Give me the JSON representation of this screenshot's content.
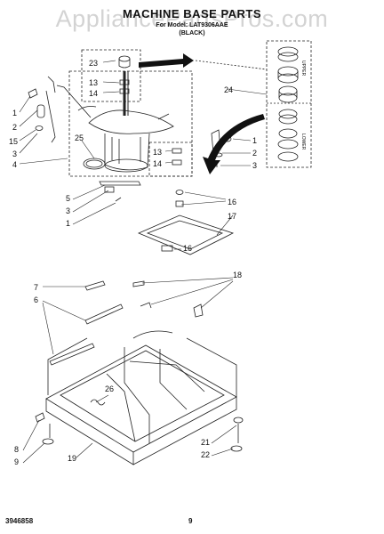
{
  "header": {
    "title": "MACHINE BASE PARTS",
    "subtitle_line1": "For Model: LAT9306AAE",
    "subtitle_line2": "(BLACK)"
  },
  "watermark": "AppliancePartsPros.com",
  "callouts": {
    "c_1a": "1",
    "c_2a": "2",
    "c_15": "15",
    "c_3a": "3",
    "c_4": "4",
    "c_23": "23",
    "c_13a": "13",
    "c_14a": "14",
    "c_24": "24",
    "c_25": "25",
    "c_13b": "13",
    "c_14b": "14",
    "c_1b": "1",
    "c_2b": "2",
    "c_3b": "3",
    "c_5": "5",
    "c_3c": "3",
    "c_1c": "1",
    "c_16a": "16",
    "c_17": "17",
    "c_16b": "16",
    "c_18": "18",
    "c_7": "7",
    "c_6": "6",
    "c_26": "26",
    "c_8": "8",
    "c_9": "9",
    "c_19": "19",
    "c_21": "21",
    "c_22": "22"
  },
  "side_labels": {
    "upper": "UPPER",
    "lower": "LOWER"
  },
  "footer": {
    "doc_number": "3946858",
    "page_number": "9"
  }
}
